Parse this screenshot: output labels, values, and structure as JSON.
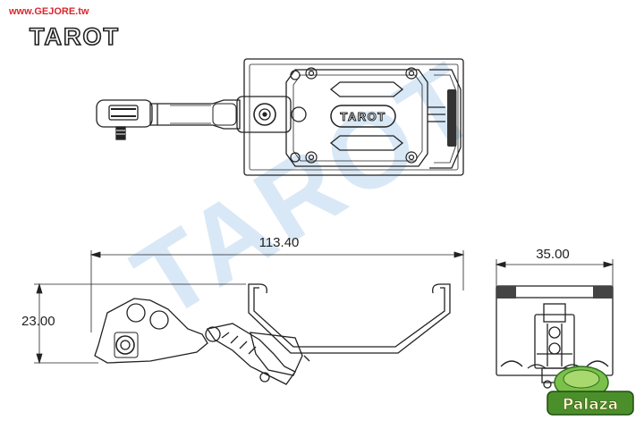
{
  "header": {
    "site_url": "www.GEJORE.tw",
    "brand_logo": "TAROT"
  },
  "drawing": {
    "mount_label": "TAROT",
    "watermark_text": "TAROT",
    "dimensions": {
      "length": "113.40",
      "height": "23.00",
      "width": "35.00"
    },
    "badge_text": "Palaza"
  },
  "colors": {
    "line": "#222222",
    "watermark": "#d6e7f6",
    "url_red": "#d8262e",
    "badge_green": "#5aa33a"
  }
}
